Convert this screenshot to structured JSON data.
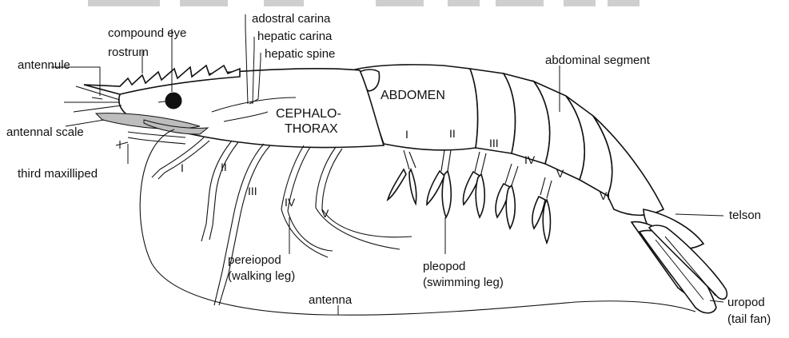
{
  "labels": {
    "adostral_carina": "adostral carina",
    "compound_eye": "compound eye",
    "hepatic_carina": "hepatic carina",
    "rostrum": "rostrum",
    "hepatic_spine": "hepatic spine",
    "antennule": "antennule",
    "abdominal_segment": "abdominal segment",
    "cephalothorax_line1": "CEPHALO-",
    "cephalothorax_line2": "THORAX",
    "abdomen": "ABDOMEN",
    "antennal_scale": "antennal scale",
    "third_maxilliped": "third maxilliped",
    "telson": "telson",
    "pereiopod_line1": "pereiopod",
    "pereiopod_line2": "(walking leg)",
    "pleopod_line1": "pleopod",
    "pleopod_line2": "(swimming leg)",
    "uropod_line1": "uropod",
    "uropod_line2": "(tail fan)",
    "antenna": "antenna"
  },
  "leg_numerals": [
    "I",
    "II",
    "III",
    "IV",
    "V"
  ],
  "segment_numerals": [
    "I",
    "II",
    "III",
    "IV",
    "V",
    "VI"
  ]
}
